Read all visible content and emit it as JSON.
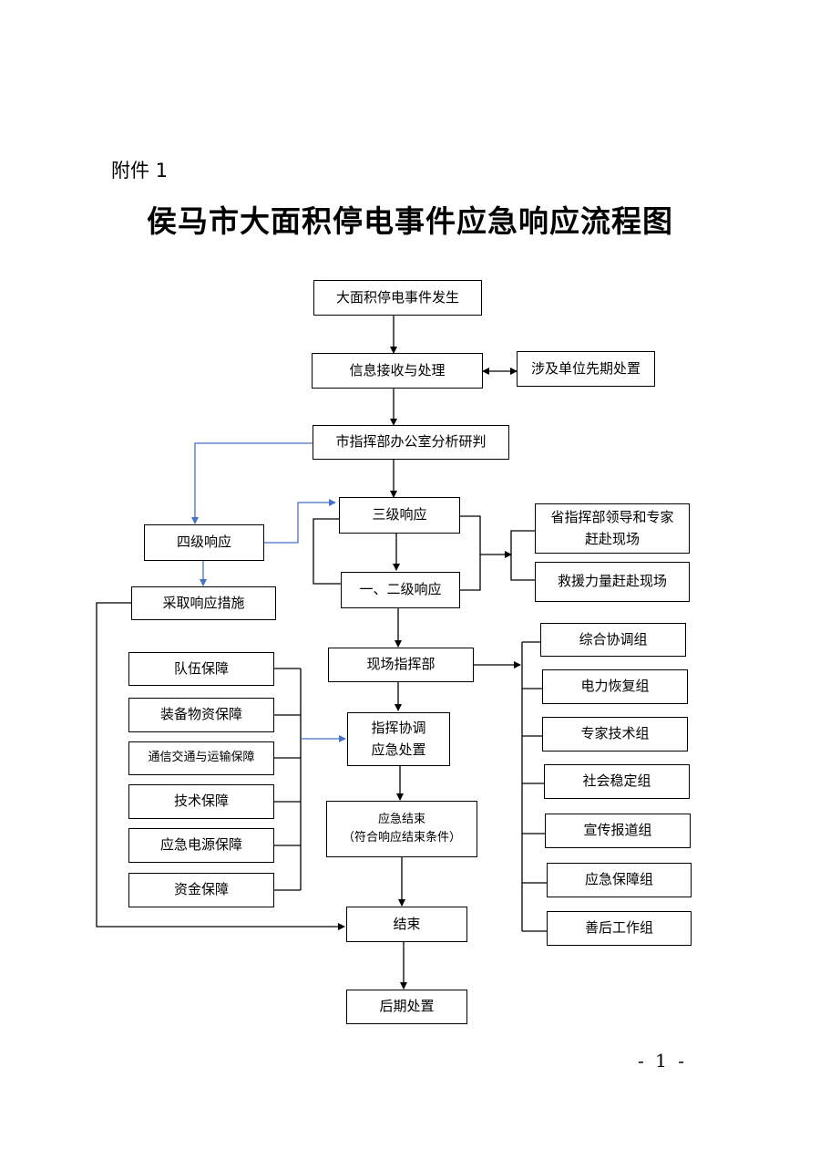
{
  "header": {
    "annex": "附件 1"
  },
  "title": "侯马市大面积停电事件应急响应流程图",
  "flow": {
    "occur": "大面积停电事件发生",
    "receive": "信息接收与处理",
    "prior": "涉及单位先期处置",
    "analyze": "市指挥部办公室分析研判",
    "level3": "三级响应",
    "level4": "四级响应",
    "level12": "一、二级响应",
    "measures": "采取响应措施",
    "provincial_line1": "省指挥部领导和专家",
    "provincial_line2": "赶赴现场",
    "rescue": "救援力量赶赴现场",
    "site_hq": "现场指挥部",
    "coord_line1": "指挥协调",
    "coord_line2": "应急处置",
    "end_resp_line1": "应急结束",
    "end_resp_line2": "（符合响应结束条件）",
    "finish": "结束",
    "after": "后期处置"
  },
  "guarantees": [
    "队伍保障",
    "装备物资保障",
    "通信交通与运输保障",
    "技术保障",
    "应急电源保障",
    "资金保障"
  ],
  "groups": [
    "综合协调组",
    "电力恢复组",
    "专家技术组",
    "社会稳定组",
    "宣传报道组",
    "应急保障组",
    "善后工作组"
  ],
  "footer": {
    "page": "- 1 -"
  },
  "colors": {
    "line": "#000000",
    "blue_line": "#4472C4"
  }
}
